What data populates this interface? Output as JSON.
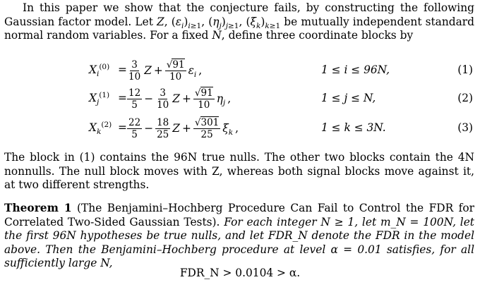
{
  "intro": {
    "line1": "In this paper we show that the conjecture fails, by constructing the following Gaussian",
    "line2a": "factor model.  Let ",
    "line2b": " be mutually independent standard normal",
    "line3a": "random variables.  For a fixed ",
    "line3b": ", define three coordinate blocks by"
  },
  "equations": [
    {
      "num": "(1)",
      "cond": "1 ≤ i ≤ 96N,"
    },
    {
      "num": "(2)",
      "cond": "1 ≤ j ≤ N,"
    },
    {
      "num": "(3)",
      "cond": "1 ≤ k ≤ 3N."
    }
  ],
  "body": {
    "text": "The block in (1) contains the 96N true nulls. The other two blocks contain the 4N nonnulls. The null block moves with Z, whereas both signal blocks move against it, at two different strengths."
  },
  "theorem": {
    "label": "Theorem 1",
    "title": "(The Benjamini–Hochberg Procedure Can Fail to Control the FDR for Correlated Two-Sided Gaussian Tests).",
    "statement": "For each integer N ≥ 1, let m_N = 100N, let the first 96N hypotheses be true nulls, and let FDR_N denote the FDR in the model above.  Then the Benjamini–Hochberg procedure at level α = 0.01 satisfies, for all sufficiently large N,",
    "display": "FDR_N > 0.0104 > α."
  }
}
